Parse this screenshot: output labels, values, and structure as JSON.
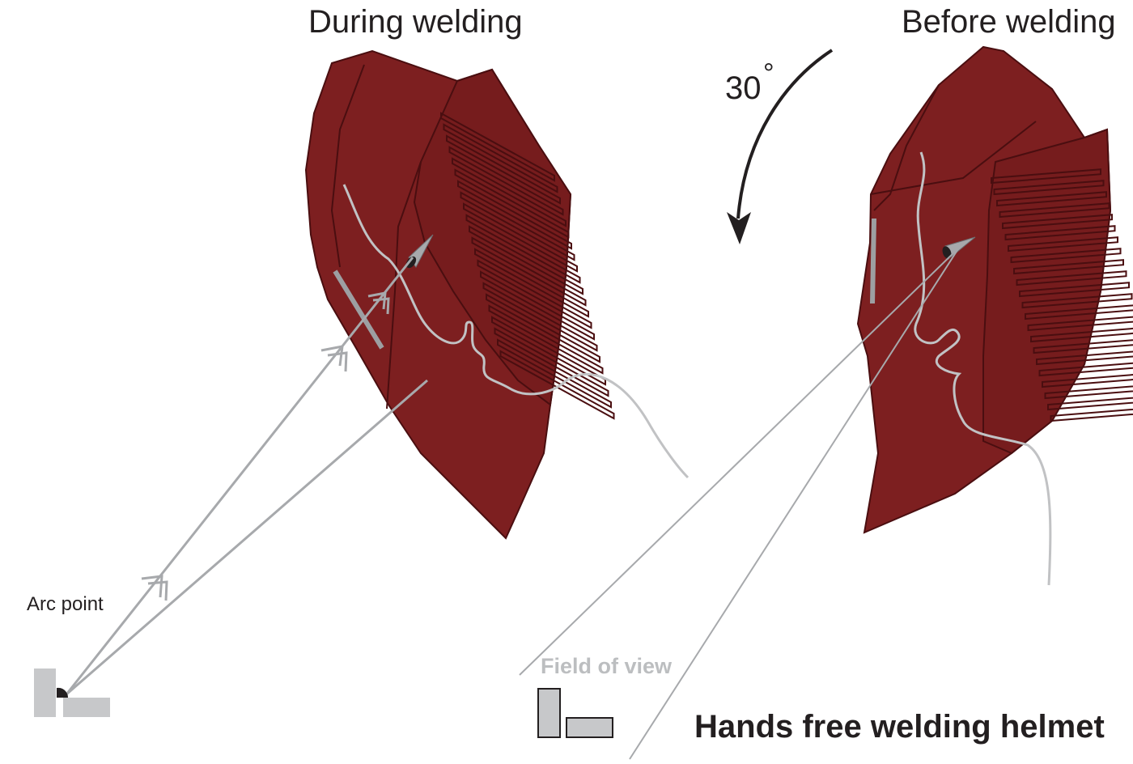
{
  "labels": {
    "during": "During welding",
    "before": "Before welding",
    "arc_point": "Arc point",
    "field_of_view": "Field of view",
    "angle_value": "30",
    "angle_unit": "°",
    "caption": "Hands free welding helmet"
  },
  "colors": {
    "helmet_fill": "#7d1f20",
    "helmet_line": "#4a0e10",
    "sight_line": "#a7a9ac",
    "workpiece": "#c7c8ca",
    "text": "#231f20",
    "face_line": "#bdbec0"
  }
}
